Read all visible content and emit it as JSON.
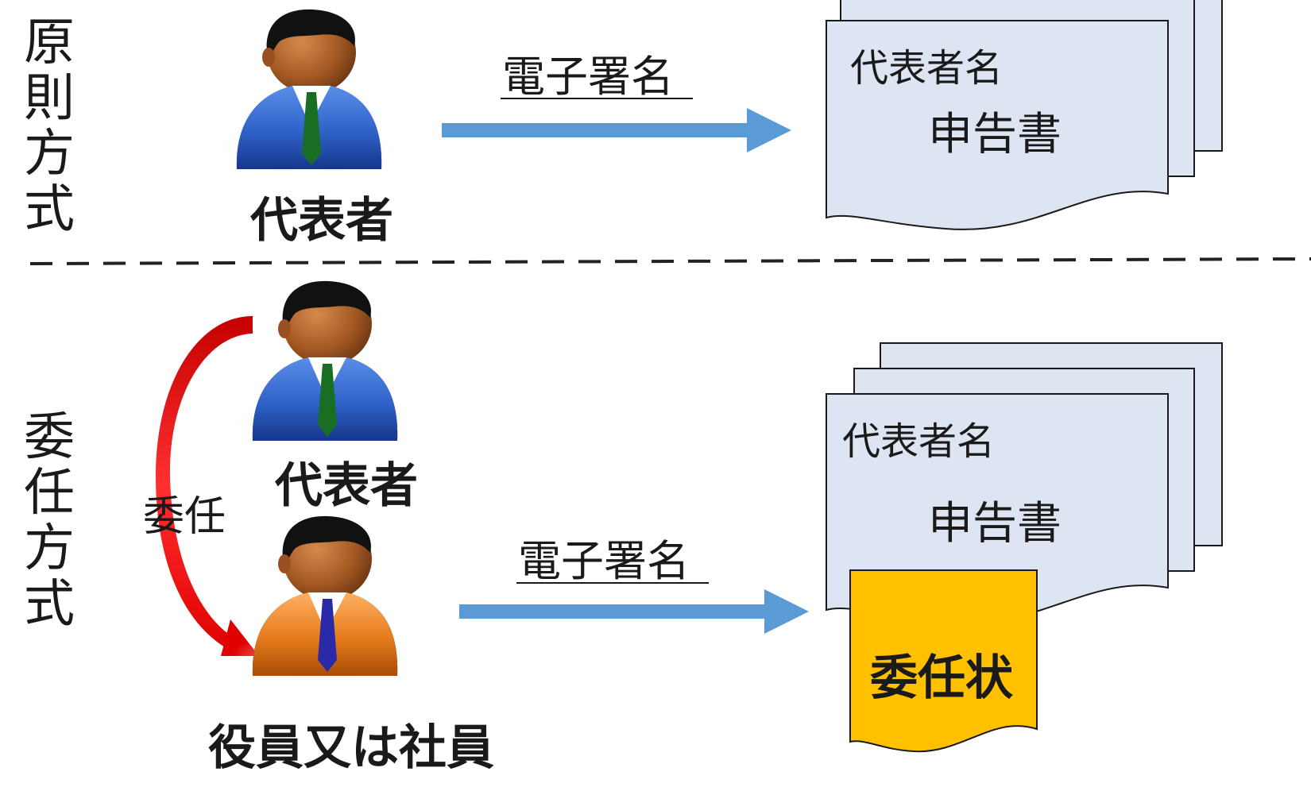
{
  "sections": {
    "principle": {
      "side_label": [
        "原",
        "則",
        "方",
        "式"
      ],
      "person_label": "代表者",
      "arrow_label": "電子署名",
      "doc_header": "代表者名",
      "doc_title": "申告書"
    },
    "delegation": {
      "side_label": [
        "委",
        "任",
        "方",
        "式"
      ],
      "delegator_label": "代表者",
      "delegation_label": "委任",
      "delegate_label": "役員又は社員",
      "arrow_label": "電子署名",
      "doc_header": "代表者名",
      "doc_title": "申告書",
      "attachment_label": "委任状"
    }
  },
  "colors": {
    "flow_arrow": "#5b9bd5",
    "delegation_arrow": "#e00000",
    "document_fill": "#dde5f3",
    "attachment_fill": "#ffc000",
    "blue_suit": "#2f62c8",
    "orange_suit": "#e57b1c",
    "divider": "#222222"
  },
  "icons": [
    "person-blue-suit-icon",
    "person-orange-suit-icon",
    "document-stack-icon"
  ]
}
